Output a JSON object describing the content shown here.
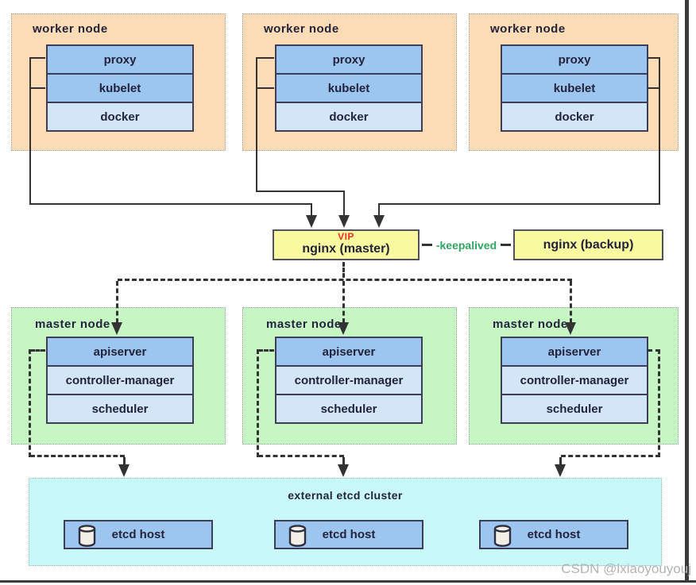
{
  "worker_nodes": [
    {
      "title": "worker node",
      "components": [
        "proxy",
        "kubelet",
        "docker"
      ]
    },
    {
      "title": "worker node",
      "components": [
        "proxy",
        "kubelet",
        "docker"
      ]
    },
    {
      "title": "worker node",
      "components": [
        "proxy",
        "kubelet",
        "docker"
      ]
    }
  ],
  "load_balancer": {
    "vip": "VIP",
    "master": "nginx (master)",
    "backup": "nginx (backup)",
    "link": "-keepalived"
  },
  "master_nodes": [
    {
      "title": "master node",
      "components": [
        "apiserver",
        "controller-manager",
        "scheduler"
      ]
    },
    {
      "title": "master node",
      "components": [
        "apiserver",
        "controller-manager",
        "scheduler"
      ]
    },
    {
      "title": "master node",
      "components": [
        "apiserver",
        "controller-manager",
        "scheduler"
      ]
    }
  ],
  "etcd_cluster": {
    "title": "external etcd cluster",
    "hosts": [
      {
        "label": "etcd host"
      },
      {
        "label": "etcd host"
      },
      {
        "label": "etcd host"
      }
    ]
  },
  "watermark": "CSDN @lxiaoyouyouj",
  "colors": {
    "worker_bg": "#fbdcb6",
    "master_bg": "#c7f6c5",
    "etcd_bg": "#c8f8f8",
    "component_blue": "#9cc6f0",
    "component_light_blue": "#d3e5f8",
    "lb_yellow": "#f9f9a0",
    "vip_red": "#ed2f24",
    "keepalived_green": "#2fa463",
    "line": "#333333"
  }
}
